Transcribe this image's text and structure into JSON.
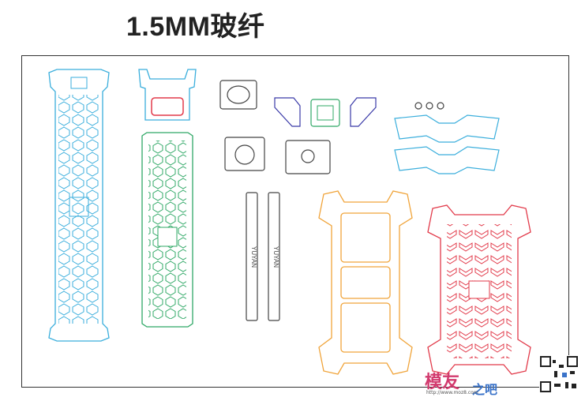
{
  "title": "1.5MM玻纤",
  "colors": {
    "blue": "#3aaedc",
    "green": "#2fa866",
    "red": "#e23a4a",
    "orange": "#f0a43a",
    "dark": "#444444",
    "purple": "#3a3aa8"
  },
  "part_label": "YUYAN",
  "watermark": {
    "brand": "模友",
    "brand2": "之吧",
    "url": "http://www.moz8.com"
  }
}
